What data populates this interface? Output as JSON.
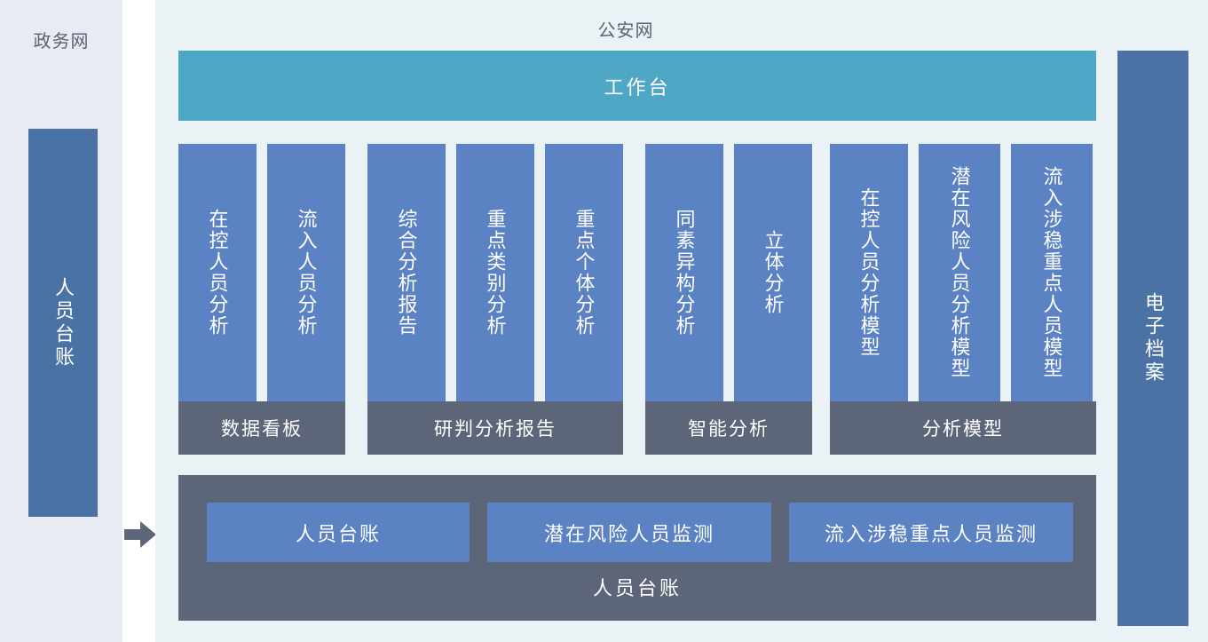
{
  "left_panel": {
    "title": "政务网",
    "bar_label": "人员台账",
    "arrow_icon": "right-arrow-icon"
  },
  "right_panel": {
    "title": "公安网",
    "workbench_label": "工作台",
    "archive_bar_label": "电子档案",
    "groups": [
      {
        "label": "数据看板",
        "columns": [
          "在控人员分析",
          "流入人员分析"
        ]
      },
      {
        "label": "研判分析报告",
        "columns": [
          "综合分析报告",
          "重点类别分析",
          "重点个体分析"
        ]
      },
      {
        "label": "智能分析",
        "columns": [
          "同素异构分析",
          "立体分析"
        ]
      },
      {
        "label": "分析模型",
        "columns": [
          "在控人员分析模型",
          "潜在风险人员分析模型",
          "流入涉稳重点人员模型"
        ]
      }
    ],
    "ledger": {
      "label": "人员台账",
      "boxes": [
        "人员台账",
        "潜在风险人员监测",
        "流入涉稳重点人员监测"
      ]
    }
  },
  "colors": {
    "gov_panel_bg": "#e8ebf3",
    "psn_panel_bg": "#eaf2f5",
    "gap_bg": "#ffffff",
    "dark_blue_bar": "#4a72a5",
    "column_blue": "#5b82c3",
    "teal_workbench": "#4fa7c6",
    "gray_label": "#5d6578",
    "title_text": "#5a6472",
    "arrow": "#5d6578"
  }
}
